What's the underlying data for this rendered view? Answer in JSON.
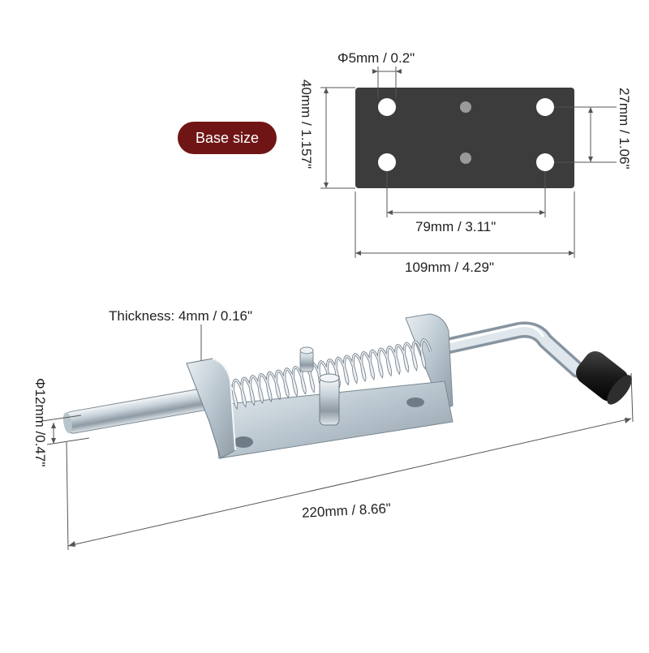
{
  "badge": {
    "label": "Base size"
  },
  "dimensions": {
    "hole_diameter": "Φ5mm / 0.2\"",
    "plate_height": "40mm / 1.157\"",
    "hole_spacing_vertical": "27mm / 1.06\"",
    "hole_spacing_horizontal": "79mm / 3.11\"",
    "plate_width": "109mm / 4.29\"",
    "thickness": "Thickness: 4mm / 0.16\"",
    "rod_diameter": "Φ12mm /0.47\"",
    "total_length": "220mm / 8.66\""
  },
  "colors": {
    "plate": "#3c3c3c",
    "badge": "#701515",
    "metal": "#c9d4dc",
    "grip": "#1c1c1c"
  }
}
